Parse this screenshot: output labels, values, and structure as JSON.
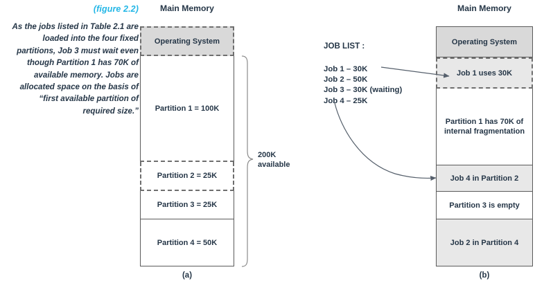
{
  "figure": {
    "label": "(figure 2.2)",
    "caption": "As the jobs listed in Table 2.1 are loaded into the four fixed partitions, Job 3 must wait even though Partition 1 has 70K of available memory. Jobs are allocated space on the basis of “first available partition of required size.”"
  },
  "colors": {
    "accent": "#22b6e6",
    "text": "#253647",
    "os_fill": "#d9d9d9",
    "job_fill": "#e8e8e8",
    "empty_fill": "#ffffff",
    "solid_border": "#5a5a5a",
    "dashed_border": "#6e6e6e"
  },
  "panel_a": {
    "heading": "Main Memory",
    "sub_label": "(a)",
    "blocks": [
      {
        "label": "Operating System",
        "style": "dashed",
        "fill": "os"
      },
      {
        "label": "Partition 1 = 100K",
        "style": "solid-sides-dashed-bottom",
        "fill": "white"
      },
      {
        "label": "Partition 2 = 25K",
        "style": "dashed",
        "fill": "white"
      },
      {
        "label": "Partition 3 = 25K",
        "style": "solid",
        "fill": "white"
      },
      {
        "label": "Partition 4 = 50K",
        "style": "solid",
        "fill": "white"
      }
    ],
    "bracket": {
      "line1": "200K",
      "line2": "available"
    }
  },
  "panel_b": {
    "heading": "Main Memory",
    "sub_label": "(b)",
    "job_list_title": "JOB LIST :",
    "jobs": [
      "Job 1 – 30K",
      "Job 2 – 50K",
      "Job 3 – 30K (waiting)",
      "Job 4 – 25K"
    ],
    "blocks": [
      {
        "label": "Operating System",
        "style": "solid",
        "fill": "os"
      },
      {
        "label": "Job 1 uses 30K",
        "style": "dashed",
        "fill": "job"
      },
      {
        "label": "Partition 1 has 70K of internal fragmentation",
        "style": "solid-sides",
        "fill": "white"
      },
      {
        "label": "Job 4 in Partition 2",
        "style": "solid",
        "fill": "job"
      },
      {
        "label": "Partition 3 is empty",
        "style": "solid",
        "fill": "white"
      },
      {
        "label": "Job 2 in Partition 4",
        "style": "solid",
        "fill": "job"
      }
    ],
    "arrows": [
      {
        "name": "job1-arrow",
        "from": "Job 1 – 30K",
        "to": "Job 1 uses 30K"
      },
      {
        "name": "job4-arrow",
        "from": "Job 4 – 25K",
        "to": "Job 4 in Partition 2"
      }
    ]
  }
}
